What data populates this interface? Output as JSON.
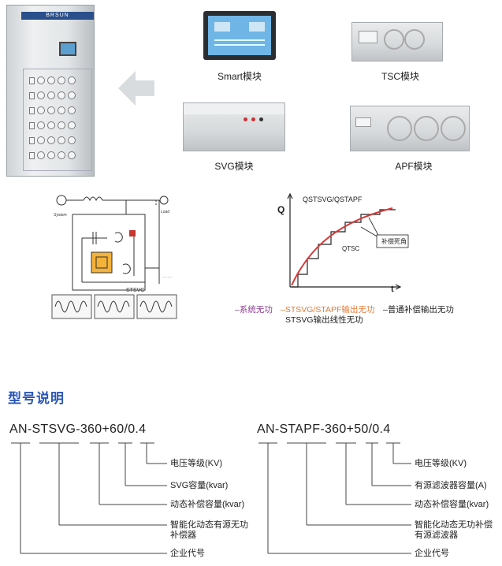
{
  "modules": {
    "smart": "Smart模块",
    "tsc": "TSC模块",
    "svg": "SVG模块",
    "apf": "APF模块"
  },
  "cabinet": {
    "brand": "BRSUN"
  },
  "circuit": {
    "system": "System",
    "load": "Load",
    "stsvg": "STSVG"
  },
  "graph": {
    "qlabel": "Q",
    "series_label": "QSTSVG/QSTAPF",
    "qtsc": "QTSC",
    "tlabel": "t",
    "callout": "补偿死角"
  },
  "legend": {
    "system": "–系统无功",
    "stsvg": "–STSVG/STAPF输出无功",
    "normal": "–普通补偿输出无功",
    "linear": "STSVG输出线性无功"
  },
  "colors": {
    "system": "#8a3a8e",
    "stsvg": "#e07a36",
    "normal": "#222222",
    "title": "#2a56b8",
    "curve": "#d63a3a"
  },
  "section_title": "型号说明",
  "model1": {
    "code": "AN-STSVG-360+60/0.4",
    "labels": [
      "电压等级(KV)",
      "SVG容量(kvar)",
      "动态补偿容量(kvar)",
      "智能化动态有源无功",
      "补偿器",
      "企业代号"
    ]
  },
  "model2": {
    "code": "AN-STAPF-360+50/0.4",
    "labels": [
      "电压等级(KV)",
      "有源滤波器容量(A)",
      "动态补偿容量(kvar)",
      "智能化动态无功补偿",
      "有源滤波器",
      "企业代号"
    ]
  }
}
